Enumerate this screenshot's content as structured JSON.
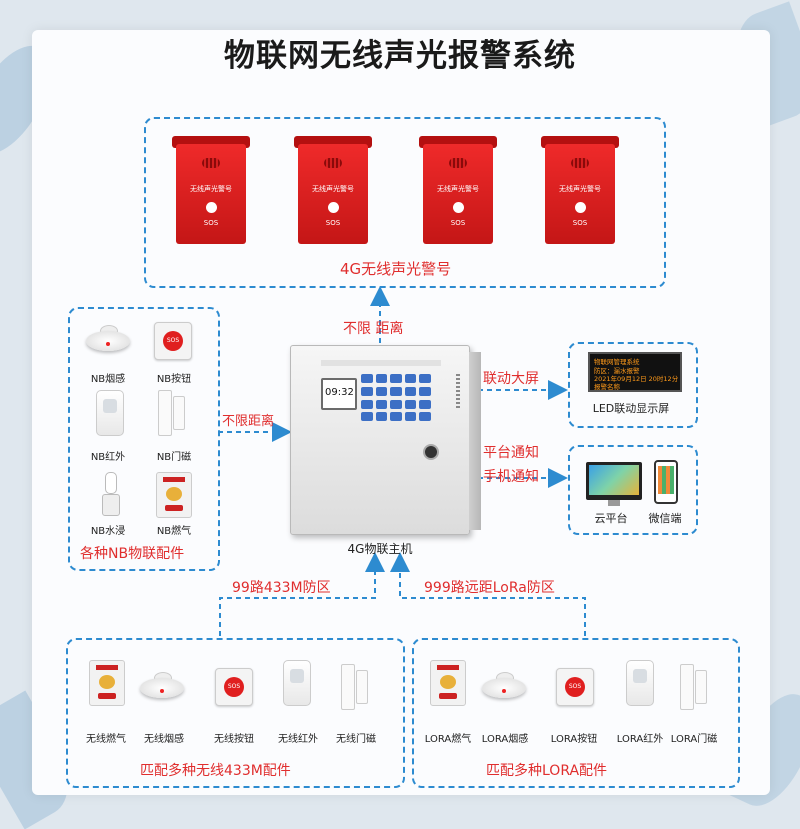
{
  "title": "物联网无线声光报警系统",
  "alarms": {
    "units": [
      {
        "label": "无线声光警号",
        "button": "SOS"
      },
      {
        "label": "无线声光警号",
        "button": "SOS"
      },
      {
        "label": "无线声光警号",
        "button": "SOS"
      },
      {
        "label": "无线声光警号",
        "button": "SOS"
      }
    ],
    "caption": "4G无线声光警号"
  },
  "link_alarm": "不限 距离",
  "host": {
    "label": "4G物联主机",
    "time": "09:32"
  },
  "nb": {
    "items": [
      "NB烟感",
      "NB按钮",
      "NB红外",
      "NB门磁",
      "NB水浸",
      "NB燃气"
    ],
    "caption": "各种NB物联配件",
    "link": "不限距离"
  },
  "led": {
    "link": "联动大屏",
    "screen_lines": [
      "物联网管理系统",
      "防区：漏水报警",
      "2021年09月12日 20时12分",
      "报警名称"
    ],
    "caption": "LED联动显示屏"
  },
  "platform": {
    "link_lines": [
      "平台通知",
      "手机通知"
    ],
    "cloud": "云平台",
    "wechat": "微信端"
  },
  "zones": {
    "left": "99路433M防区",
    "right": "999路远距LoRa防区"
  },
  "wireless433": {
    "items": [
      "无线燃气",
      "无线烟感",
      "无线按钮",
      "无线红外",
      "无线门磁"
    ],
    "caption": "匹配多种无线433M配件"
  },
  "lora": {
    "items": [
      "LORA燃气",
      "LORA烟感",
      "LORA按钮",
      "LORA红外",
      "LORA门磁"
    ],
    "caption": "匹配多种LORA配件"
  },
  "colors": {
    "accent_red": "#e02e2e",
    "dash_blue": "#2d8bd0",
    "alarm_red": "#d81e1e"
  }
}
